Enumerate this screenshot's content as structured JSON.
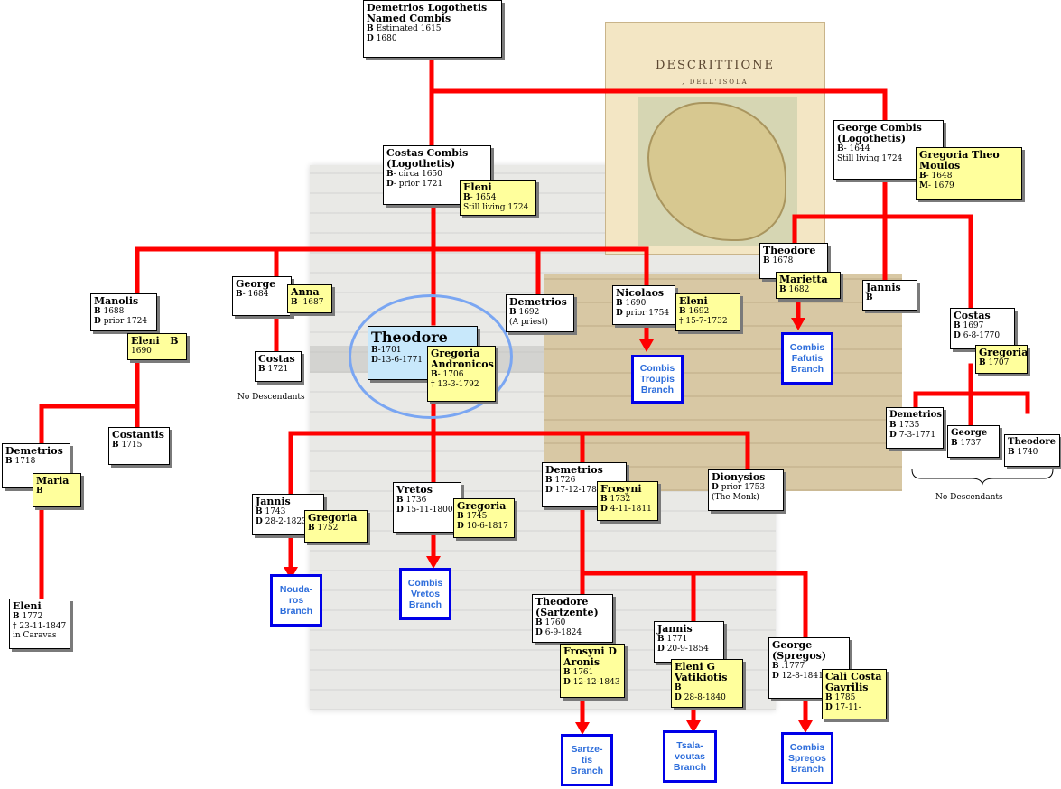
{
  "people": {
    "demetrios_root": {
      "name": "Demetrios Logothetis",
      "name2": "Named Combis",
      "birth": "Estimated 1615",
      "death": "1680"
    },
    "george_combis": {
      "name": "George Combis",
      "name2": "(Logothetis)",
      "birth": "- 1644",
      "note": "Still living 1724"
    },
    "gregoria_theo": {
      "name": "Gregoria Theo",
      "name2": "Moulos",
      "birth": "- 1648",
      "marr": "- 1679"
    },
    "costas_combis": {
      "name": "Costas Combis",
      "name2": "(Logothetis)",
      "birth": "- circa 1650",
      "death": "- prior 1721"
    },
    "eleni_1654": {
      "name": "Eleni",
      "birth": "- 1654",
      "note": "Still living 1724"
    },
    "theodore_1678": {
      "name": "Theodore",
      "birth": "1678"
    },
    "marietta": {
      "name": "Marietta",
      "birth": "1682"
    },
    "jannis_b": {
      "name": "Jannis",
      "birth": ""
    },
    "manolis": {
      "name": "Manolis",
      "birth": "1688",
      "death": "prior 1724"
    },
    "eleni_1690": {
      "name": "Eleni",
      "birth": "1690"
    },
    "george_1684": {
      "name": "George",
      "birth": "- 1684"
    },
    "anna": {
      "name": "Anna",
      "birth": "- 1687"
    },
    "costas_1721": {
      "name": "Costas",
      "birth": "1721"
    },
    "demetrios_priest": {
      "name": "Demetrios",
      "birth": "1692",
      "note": "(A priest)"
    },
    "nicolaos": {
      "name": "Nicolaos",
      "birth": "1690",
      "death": "prior 1754"
    },
    "eleni_1692": {
      "name": "Eleni",
      "birth": "1692",
      "death": "15-7-1732"
    },
    "theodore_main": {
      "name": "Theodore",
      "birth": "-1701",
      "death": "-13-6-1771"
    },
    "gregoria_andronicos": {
      "name": "Gregoria",
      "name2": "Andronicos",
      "birth": "- 1706",
      "death": "13-3-1792"
    },
    "costas_1697": {
      "name": "Costas",
      "birth": "1697",
      "death": "6-8-1770"
    },
    "gregoria_1707": {
      "name": "Gregoria",
      "birth": "1707"
    },
    "costantis": {
      "name": "Costantis",
      "birth": "1715"
    },
    "demetrios_1718": {
      "name": "Demetrios",
      "birth": "1718"
    },
    "maria": {
      "name": "Maria",
      "birth": ""
    },
    "eleni_1772": {
      "name": "Eleni",
      "birth": "1772",
      "death": "23-11-1847",
      "note": "in Caravas"
    },
    "demetrios_1735": {
      "name": "Demetrios",
      "birth": "1735",
      "death": "7-3-1771"
    },
    "george_1737": {
      "name": "George",
      "birth": "1737"
    },
    "theodore_1740": {
      "name": "Theodore",
      "birth": "1740"
    },
    "jannis_1743": {
      "name": "Jannis",
      "birth": "1743",
      "death": "28-2-1823"
    },
    "gregoria_1752": {
      "name": "Gregoria",
      "birth": "1752"
    },
    "vretos": {
      "name": "Vretos",
      "birth": "1736",
      "death": "15-11-1800"
    },
    "gregoria_1745": {
      "name": "Gregoria",
      "birth": "1745",
      "death": "10-6-1817"
    },
    "demetrios_1726": {
      "name": "Demetrios",
      "birth": "1726",
      "death": "17-12-1782"
    },
    "frosyni_1732": {
      "name": "Frosyni",
      "birth": "1732",
      "death": "4-11-1811"
    },
    "dionysios": {
      "name": "Dionysios",
      "death": "prior 1753",
      "note": "(The Monk)"
    },
    "theodore_sartzente": {
      "name": "Theodore",
      "name2": "(Sartzente)",
      "birth": "1760",
      "death": "6-9-1824"
    },
    "frosyni_aronis": {
      "name": "Frosyni  D",
      "name2": "Aronis",
      "birth": "1761",
      "death": "12-12-1843"
    },
    "jannis_1771": {
      "name": "Jannis",
      "birth": "1771",
      "death": "20-9-1854"
    },
    "eleni_vatikiotis": {
      "name": "Eleni G",
      "name2": "Vatikiotis",
      "birth": "",
      "death": "28-8-1840"
    },
    "george_spregos": {
      "name": "George",
      "name2": "(Spregos)",
      "birth": ".1777",
      "death": "12-8-1841"
    },
    "cali_costa": {
      "name": "Cali Costa",
      "name2": "Gavrilis",
      "birth": "1785",
      "death": "17-11-"
    }
  },
  "labels": {
    "b": "B",
    "d": "D",
    "m": "M",
    "dagger": "†"
  },
  "branches": {
    "troupis": "Combis\nTroupis\nBranch",
    "fafutis": "Combis\nFafutis\nBranch",
    "noudaros": "Nouda-\nros\nBranch",
    "vretos": "Combis\nVretos\nBranch",
    "sartzetis": "Sartze-\ntis\nBranch",
    "tsalavoutas": "Tsala-\nvoutas\nBranch",
    "spregos": "Combis\nSpregos\nBranch"
  },
  "notes": {
    "no_desc_1": "No Descendants",
    "no_desc_2": "No Descendants"
  },
  "map": {
    "title": "DESCRITTIONE",
    "subtitle": ", DELL'ISOLA"
  },
  "colors": {
    "line": "#ff0000",
    "spouse": "#ffff9c",
    "highlight": "#c8e8fb",
    "branch_border": "#0000e8",
    "branch_text": "#2d6ddb",
    "ring": "#7aa6f2"
  }
}
